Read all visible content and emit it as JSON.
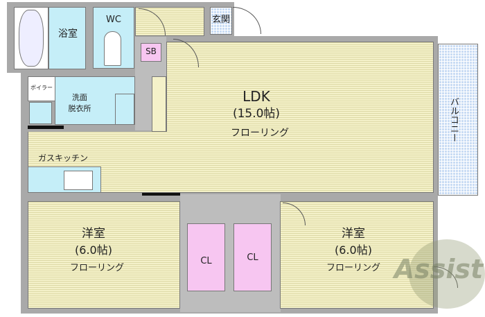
{
  "rooms": {
    "bath": "浴室",
    "wc": "WC",
    "entrance": "玄関",
    "sb": "SB",
    "boiler": "ボイラー",
    "washroom_line1": "洗面",
    "washroom_line2": "脱衣所",
    "kitchen": "ガスキッチン",
    "ldk": {
      "name": "LDK",
      "size": "(15.0帖)",
      "floor": "フローリング"
    },
    "balcony": "バルコニー",
    "western_left": {
      "name": "洋室",
      "size": "(6.0帖)",
      "floor": "フローリング"
    },
    "western_right": {
      "name": "洋室",
      "size": "(6.0帖)",
      "floor": "フローリング"
    },
    "closet_left": "CL",
    "closet_right": "CL"
  },
  "watermark": "Assist",
  "colors": {
    "floor": "#f4f1c9",
    "wet": "#c5eef8",
    "storage": "#f7c6f1",
    "wall": "#a9a9a9"
  }
}
